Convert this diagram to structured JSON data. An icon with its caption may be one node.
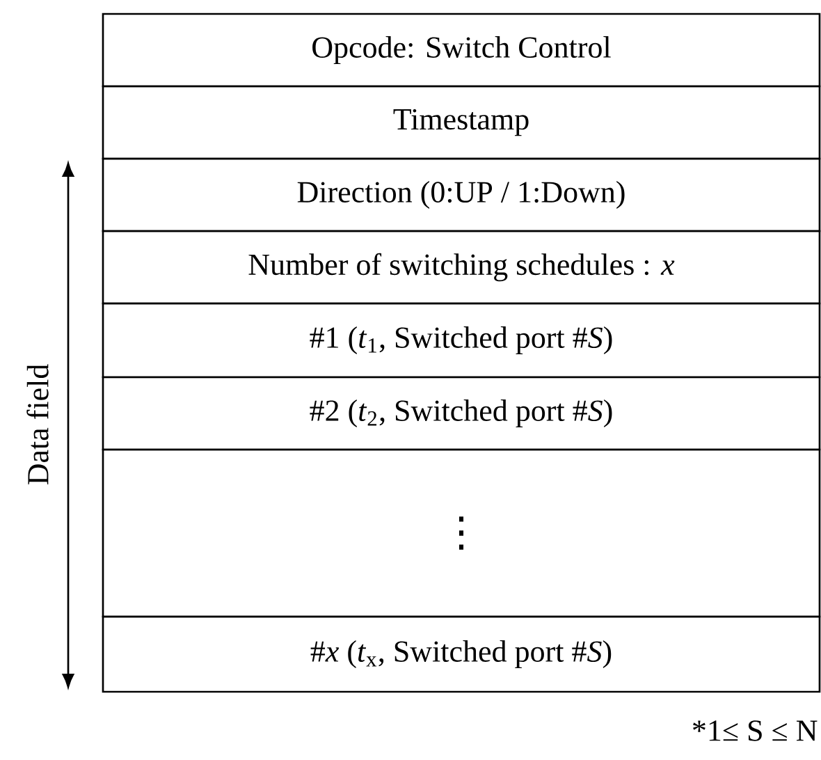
{
  "diagram": {
    "nodes": [
      {
        "text": [
          "Opcode: Switch Control"
        ]
      },
      {
        "text": [
          "Timestamp"
        ]
      },
      {
        "text": [
          "Direction (0:UP / 1:Down)"
        ]
      },
      {
        "text": [
          "Number of switching schedules : *x*"
        ]
      },
      {
        "text": [
          "#1 (*t*$_{1}$, Switched port #*S*)"
        ]
      },
      {
        "text": [
          "#2 (*t*$_{2}$, Switched port #*S*)"
        ]
      },
      {
        "text": [
          "⋮"
        ]
      },
      {
        "text": [
          "#*x* (*t*$_{x}$, Switched port #*S*)"
        ]
      }
    ],
    "labels": [
      "Data field",
      "*1≤ S ≤ N"
    ]
  }
}
